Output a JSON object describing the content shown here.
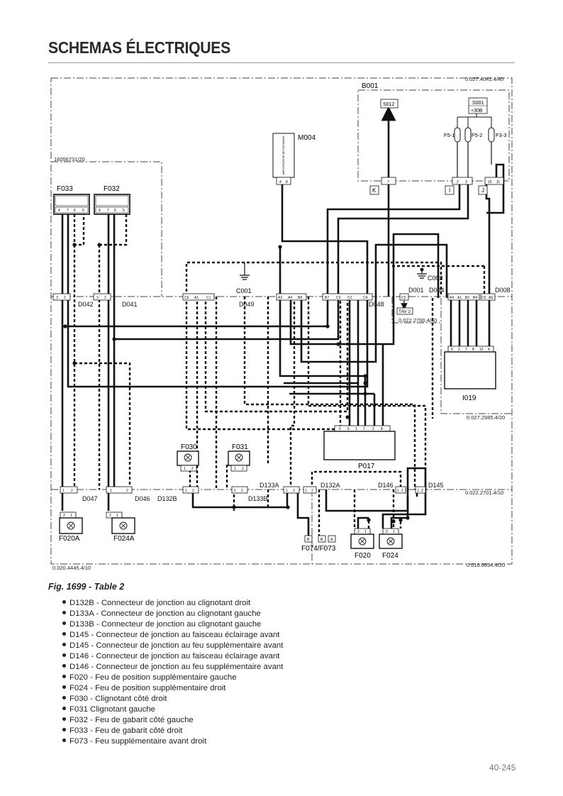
{
  "header": {
    "title": "SCHEMAS ÉLECTRIQUES"
  },
  "diagram": {
    "frame_refs": {
      "top_right": "0.027.4041.4/40",
      "left_box": "16056731/20",
      "i019_box": "0.027.2985.4/20",
      "tav_box": "0.022.2700.4/40",
      "bottom_right_mid": "0.022.2701.4/10",
      "bottom_left": "0.020.4445.4/10",
      "bottom_right": "0.016.6634.4/20"
    },
    "components": {
      "b001": "B001",
      "s012": "S012",
      "s001": "S001",
      "s001_sub": "+30B",
      "f5_1": "F5-1",
      "f5_2": "F5-2",
      "f3_3": "F3-3",
      "m004": "M004",
      "m004_text": "AMPLIFICATEUR DE PUISSANCE",
      "f033": "F033",
      "f032": "F032",
      "c001": "C001",
      "c003": "C003",
      "d049": "D049",
      "d048": "D048",
      "d001": "D001",
      "d004": "D004",
      "d008": "D008",
      "d042": "D042",
      "d041": "D041",
      "tav2": "TAV 2",
      "i019": "I019",
      "p017": "P017",
      "f030": "F030",
      "f031": "F031",
      "d133a": "D133A",
      "d132a": "D132A",
      "d146": "D146",
      "d145": "D145",
      "d047": "D047",
      "d046": "D046",
      "d132b": "D132B",
      "d133b": "D133B",
      "f020a": "F020A",
      "f024a": "F024A",
      "f074_f073": "F074/F073",
      "f020": "F020",
      "f024": "F024"
    },
    "connector_letters": {
      "k": "K",
      "i": "I",
      "j": "J"
    },
    "pin_labels": {
      "d049": [
        "C6",
        "A1",
        "C1",
        "A3",
        "A4",
        "B8"
      ],
      "d048": [
        "B7",
        "C3",
        "C2",
        "C4"
      ],
      "d001": [
        "C5"
      ],
      "d004": [
        "A4",
        "A1",
        "B2",
        "B4"
      ],
      "d008": [
        "C6",
        "A6"
      ],
      "f033": [
        "4",
        "7",
        "6",
        "5"
      ],
      "f032": [
        "4",
        "7",
        "6",
        "5"
      ],
      "d042": [
        "3",
        "2"
      ],
      "d041": [
        "3",
        "2"
      ],
      "m004": [
        "4",
        "8"
      ],
      "b001_k": [
        "7"
      ],
      "b001_i": [
        "2",
        "3"
      ],
      "b001_j": [
        "10",
        "11"
      ],
      "i019": [
        "5",
        "2",
        "7",
        "8",
        "12",
        "4"
      ],
      "p017": [
        "5",
        "6",
        "1",
        "7",
        "2",
        "8"
      ],
      "f030": [
        "1",
        "2"
      ],
      "f031": [
        "1",
        "2"
      ],
      "f020a": [
        "2",
        "1"
      ],
      "f024a": [
        "2",
        "1"
      ],
      "f020": [
        "2",
        "1"
      ],
      "f024": [
        "2",
        "1"
      ],
      "f074": [
        "B",
        "B",
        "A"
      ],
      "d047": [
        "1",
        "2"
      ],
      "d046": [
        "1",
        "2"
      ],
      "d132b": [
        "1",
        "2"
      ],
      "d133b": [
        "1",
        "2"
      ],
      "d133a": [
        "1",
        "2"
      ],
      "d132a": [
        "1",
        "2"
      ],
      "d146": [
        "1",
        "2"
      ],
      "d145": [
        "1",
        "2"
      ]
    }
  },
  "figure": {
    "caption": "Fig. 1699 - Table 2",
    "legend": [
      "D132B - Connecteur de jonction au clignotant droit",
      "D133A - Connecteur de jonction au clignotant gauche",
      "D133B - Connecteur de jonction au clignotant gauche",
      "D145 - Connecteur de jonction au faisceau éclairage avant",
      "D145 - Connecteur de jonction au feu supplémentaire avant",
      "D146 - Connecteur de jonction au faisceau éclairage avant",
      "D146 - Connecteur de jonction au feu supplémentaire avant",
      "F020 - Feu de position supplémentaire gauche",
      "F024 - Feu de position supplémentaire droit",
      "F030 - Clignotant côté droit",
      "F031 Clignotant gauche",
      "F032 - Feu de gabarit côté gauche",
      "F033 - Feu de gabarit côté droit",
      "F073 - Feu supplémentaire avant droit"
    ]
  },
  "footer": {
    "page_number": "40-245"
  }
}
